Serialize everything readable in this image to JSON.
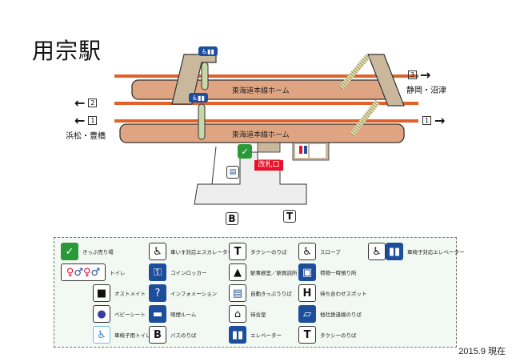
{
  "station_name": "用宗駅",
  "platforms": [
    {
      "label": "東海道本線ホーム"
    },
    {
      "label": "東海道本線ホーム"
    }
  ],
  "tracks": [
    {
      "number": "3",
      "direction": "right"
    },
    {
      "number": "2",
      "direction": "left"
    },
    {
      "number": "1",
      "direction": "left"
    },
    {
      "number": "1",
      "direction": "right"
    }
  ],
  "destinations": {
    "east": "静岡・沼津",
    "west": "浜松・豊橋"
  },
  "ticket_gate": "改札口",
  "ground_icons": {
    "bus": "B",
    "taxi": "T"
  },
  "legend": [
    {
      "icon": "ticket-office-icon",
      "label": "きっぷ売り場"
    },
    {
      "icon": "toilet-icon",
      "label": "トイレ"
    },
    {
      "icon": "ostomate-icon",
      "label": "オストメイト"
    },
    {
      "icon": "baby-seat-icon",
      "label": "ベビーシート"
    },
    {
      "icon": "wheelchair-toilet-icon",
      "label": "車椅子用トイレ"
    },
    {
      "icon": "wheelchair-escalator-icon",
      "label": "車いす対応エスカレーター"
    },
    {
      "icon": "coin-locker-icon",
      "label": "コインロッカー"
    },
    {
      "icon": "information-icon",
      "label": "インフォメーション"
    },
    {
      "icon": "smoking-room-icon",
      "label": "喫煙ルーム"
    },
    {
      "icon": "bus-stop-icon",
      "label": "バスのりば",
      "glyph": "B"
    },
    {
      "icon": "taxi-stand-icon",
      "label": "タクシーのりば",
      "glyph": "T"
    },
    {
      "icon": "station-office-icon",
      "label": "駅事務室／駅員詰所"
    },
    {
      "icon": "ticket-machine-icon",
      "label": "自動きっぷうりば"
    },
    {
      "icon": "waiting-room-icon",
      "label": "待合室"
    },
    {
      "icon": "elevator-icon",
      "label": "エレベーター"
    },
    {
      "icon": "slope-icon",
      "label": "スロープ"
    },
    {
      "icon": "baggage-storage-icon",
      "label": "荷物一時預り所"
    },
    {
      "icon": "meeting-spot-icon",
      "label": "待ち合わせスポット"
    },
    {
      "icon": "other-railway-icon",
      "label": "他社鉄道線のりば"
    },
    {
      "icon": "taxi-stand-icon",
      "label": "タクシーのりば",
      "glyph": "T"
    },
    {
      "icon": "wheelchair-elevator-icon",
      "label": "車椅子対応エレベーター"
    }
  ],
  "as_of": "2015.9 現在",
  "colors": {
    "track": "#e0622a",
    "platform": "#dfa582",
    "concourse": "#c9b89c",
    "gate": "#e8102a",
    "legend_blue": "#1d4e9c",
    "legend_green": "#2a9a38"
  }
}
